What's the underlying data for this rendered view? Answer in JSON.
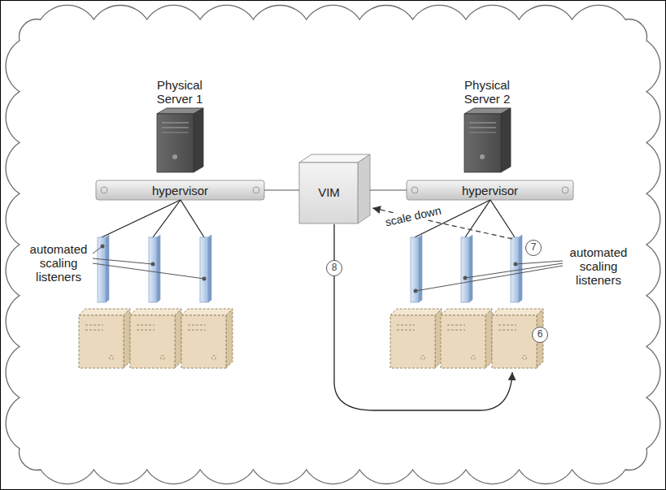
{
  "diagram": {
    "nodes": [
      {
        "text": [
          "Physical Server 1"
        ]
      },
      {
        "text": [
          "Physical Server 2"
        ]
      },
      {
        "text": [
          "hypervisor"
        ]
      },
      {
        "text": [
          "VIM"
        ]
      },
      {
        "text": [
          "hypervisor"
        ]
      }
    ],
    "edges": [
      {
        "from": 2,
        "to": 3,
        "arrow": "none"
      },
      {
        "from": 3,
        "to": 4,
        "arrow": "none"
      }
    ],
    "labels": [
      "automated scaling listeners",
      "scale down",
      "7",
      "automated scaling listeners",
      "8",
      "6"
    ]
  }
}
